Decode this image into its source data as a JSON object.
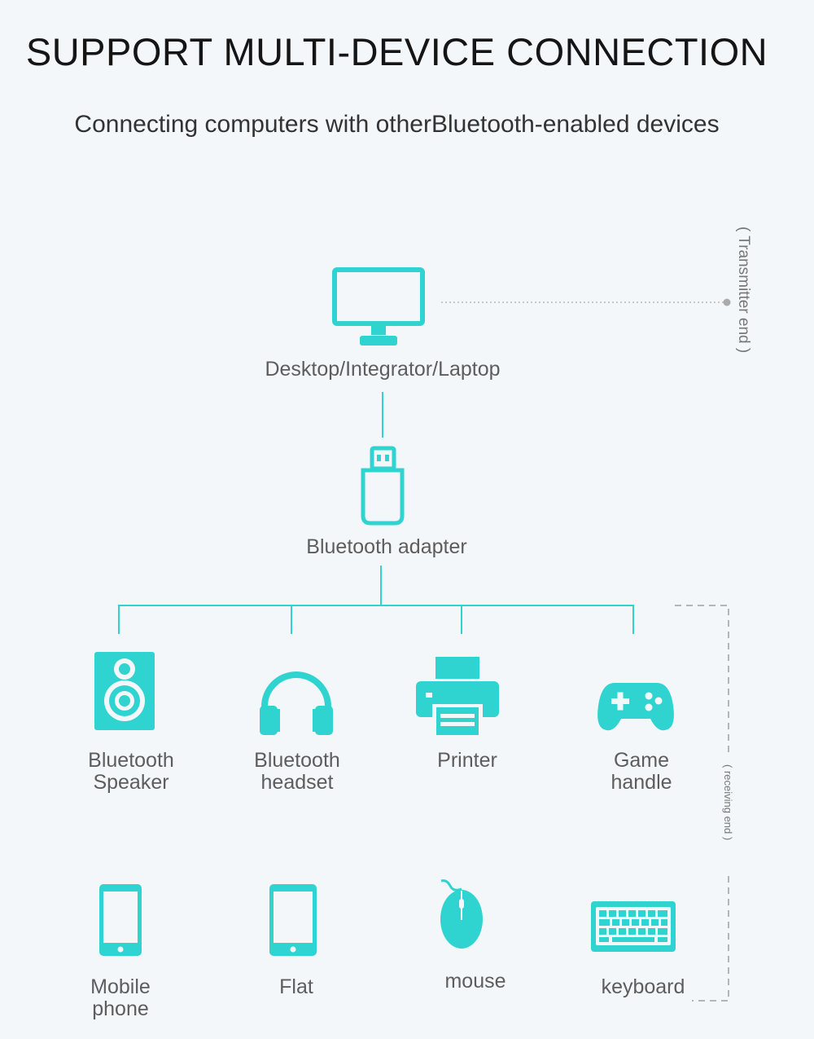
{
  "header": {
    "title": "SUPPORT MULTI-DEVICE CONNECTION",
    "subtitle": "Connecting computers with otherBluetooth-enabled devices"
  },
  "transmitter": {
    "computer_label": "Desktop/Integrator/Laptop",
    "adapter_label": "Bluetooth adapter",
    "side_label": "( Transmitter end )"
  },
  "receiving": {
    "side_label": "( receiving end )",
    "devices": [
      {
        "label": "Bluetooth\nSpeaker",
        "icon": "speaker-icon"
      },
      {
        "label": "Bluetooth\nheadset",
        "icon": "headphones-icon"
      },
      {
        "label": "Printer",
        "icon": "printer-icon"
      },
      {
        "label": "Game\nhandle",
        "icon": "gamepad-icon"
      },
      {
        "label": "Mobile\nphone",
        "icon": "mobile-phone-icon"
      },
      {
        "label": "Flat",
        "icon": "tablet-icon"
      },
      {
        "label": "mouse",
        "icon": "mouse-icon"
      },
      {
        "label": "keyboard",
        "icon": "keyboard-icon"
      }
    ]
  },
  "colors": {
    "accent": "#2fd3cf",
    "connector": "#2fd3cf",
    "dashed": "#b5b5b5"
  }
}
